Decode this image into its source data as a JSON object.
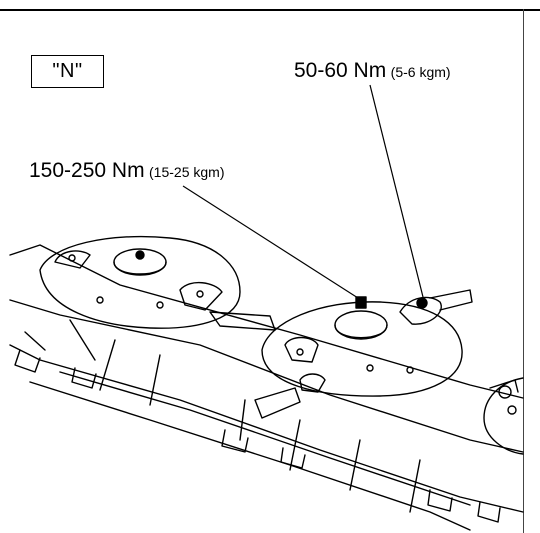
{
  "figure": {
    "label": "\"N\"",
    "callouts": [
      {
        "value": "50-60 Nm",
        "alt": "(5-6 kgm)"
      },
      {
        "value": "150-250 Nm",
        "alt": "(15-25 kgm)"
      }
    ]
  }
}
